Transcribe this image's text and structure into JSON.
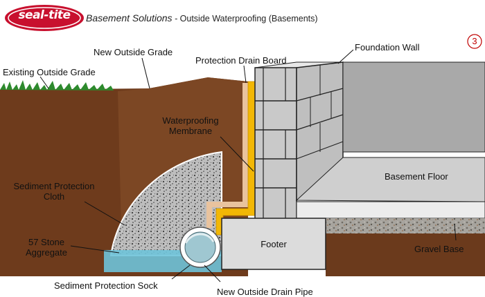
{
  "header": {
    "logo_text": "seal-tite",
    "title": "Basement Solutions",
    "separator": " - ",
    "subtitle": "Outside Waterproofing (Basements)",
    "page_number": "3"
  },
  "labels": {
    "new_outside_grade": "New Outside Grade",
    "existing_outside_grade": "Existing Outside Grade",
    "protection_drain_board": "Protection Drain Board",
    "foundation_wall": "Foundation Wall",
    "waterproofing_membrane_1": "Waterproofing",
    "waterproofing_membrane_2": "Membrane",
    "basement_floor": "Basement Floor",
    "sediment_protection_cloth_1": "Sediment Protection",
    "sediment_protection_cloth_2": "Cloth",
    "stone_aggregate_1": "57 Stone",
    "stone_aggregate_2": "Aggregate",
    "footer": "Footer",
    "gravel_base": "Gravel Base",
    "sediment_protection_sock": "Sediment Protection Sock",
    "new_outside_drain_pipe": "New Outside Drain Pipe"
  },
  "colors": {
    "logo_red": "#c8102e",
    "earth_dark": "#6b3a1c",
    "earth_light": "#7e4a25",
    "block_gray": "#c9c9c9",
    "mortar": "#222222",
    "interior_wall": "#a9a9a9",
    "floor_slab": "#e4e4e4",
    "footer_gray": "#dcdcdc",
    "gravel": "#a3a3a3",
    "drain_board": "#e9c39e",
    "membrane": "#f2b705",
    "water": "#6ec3d9",
    "grass": "#2d8a2d"
  },
  "icons": {
    "logo": "seal-tite-logo-icon",
    "grass": "grass-icon",
    "drain_pipe": "drain-pipe-icon"
  }
}
